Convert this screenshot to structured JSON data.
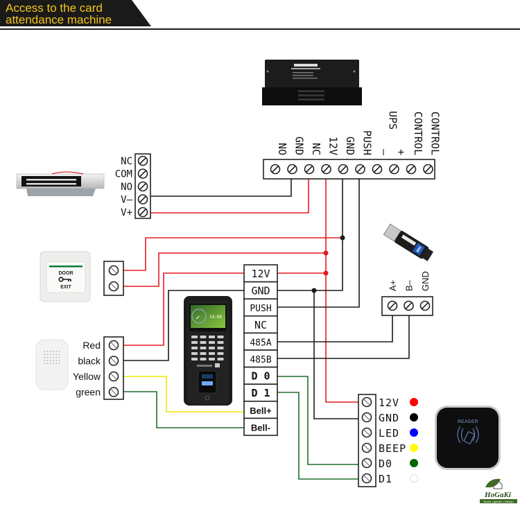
{
  "header": {
    "title_line1": "Access to the card",
    "title_line2": "attendance machine"
  },
  "colors": {
    "banner_bg": "#1a1a1a",
    "banner_text": "#f5c518",
    "wire_red": "#e31b23",
    "wire_black": "#1a1a1a",
    "wire_yellow": "#f2e600",
    "wire_green": "#1e6b2a"
  },
  "power_supply": {
    "device": "power-supply-box",
    "terminals": [
      "NO",
      "GND",
      "NC",
      "12V",
      "GND",
      "PUSH",
      "UPS –",
      "UPS +",
      "CONTROL",
      "CONTROL"
    ],
    "labels_rotated": [
      "NO",
      "GND",
      "NC",
      "12V",
      "GND",
      "PUSH",
      "–",
      "+",
      "CONTROL",
      "CONTROL"
    ],
    "ups_label": "UPS"
  },
  "maglock": {
    "device": "magnetic-lock",
    "terminals": [
      "NC",
      "COM",
      "NO",
      "V–",
      "V+"
    ]
  },
  "exit_button": {
    "device": "door-exit-button",
    "top_text": "DOOR",
    "bottom_text": "EXIT",
    "terminals": [
      "",
      ""
    ]
  },
  "doorbell": {
    "device": "doorbell",
    "terminals": [
      "Red",
      "black",
      "Yellow",
      "green"
    ]
  },
  "controller": {
    "device": "fingerprint-attendance-terminal",
    "terminals": [
      "12V",
      "GND",
      "PUSH",
      "NC",
      "485A",
      "485B",
      "D 0",
      "D 1",
      "Bell+",
      "Bell-"
    ]
  },
  "converter": {
    "device": "rs485-converter",
    "badge": "BOX",
    "terminals": [
      "A+",
      "B–",
      "GND"
    ]
  },
  "reader": {
    "device": "card-reader",
    "label": "READER",
    "terminals": [
      {
        "label": "12V",
        "color": "#ff0000"
      },
      {
        "label": "GND",
        "color": "#000000"
      },
      {
        "label": "LED",
        "color": "#0000ff"
      },
      {
        "label": "BEEP",
        "color": "#ffff00"
      },
      {
        "label": "D0",
        "color": "#006400"
      },
      {
        "label": "D1",
        "color": "#ffffff"
      }
    ]
  },
  "logo": {
    "name": "HoGaKi",
    "tagline": "Home • garden • kitchen"
  }
}
